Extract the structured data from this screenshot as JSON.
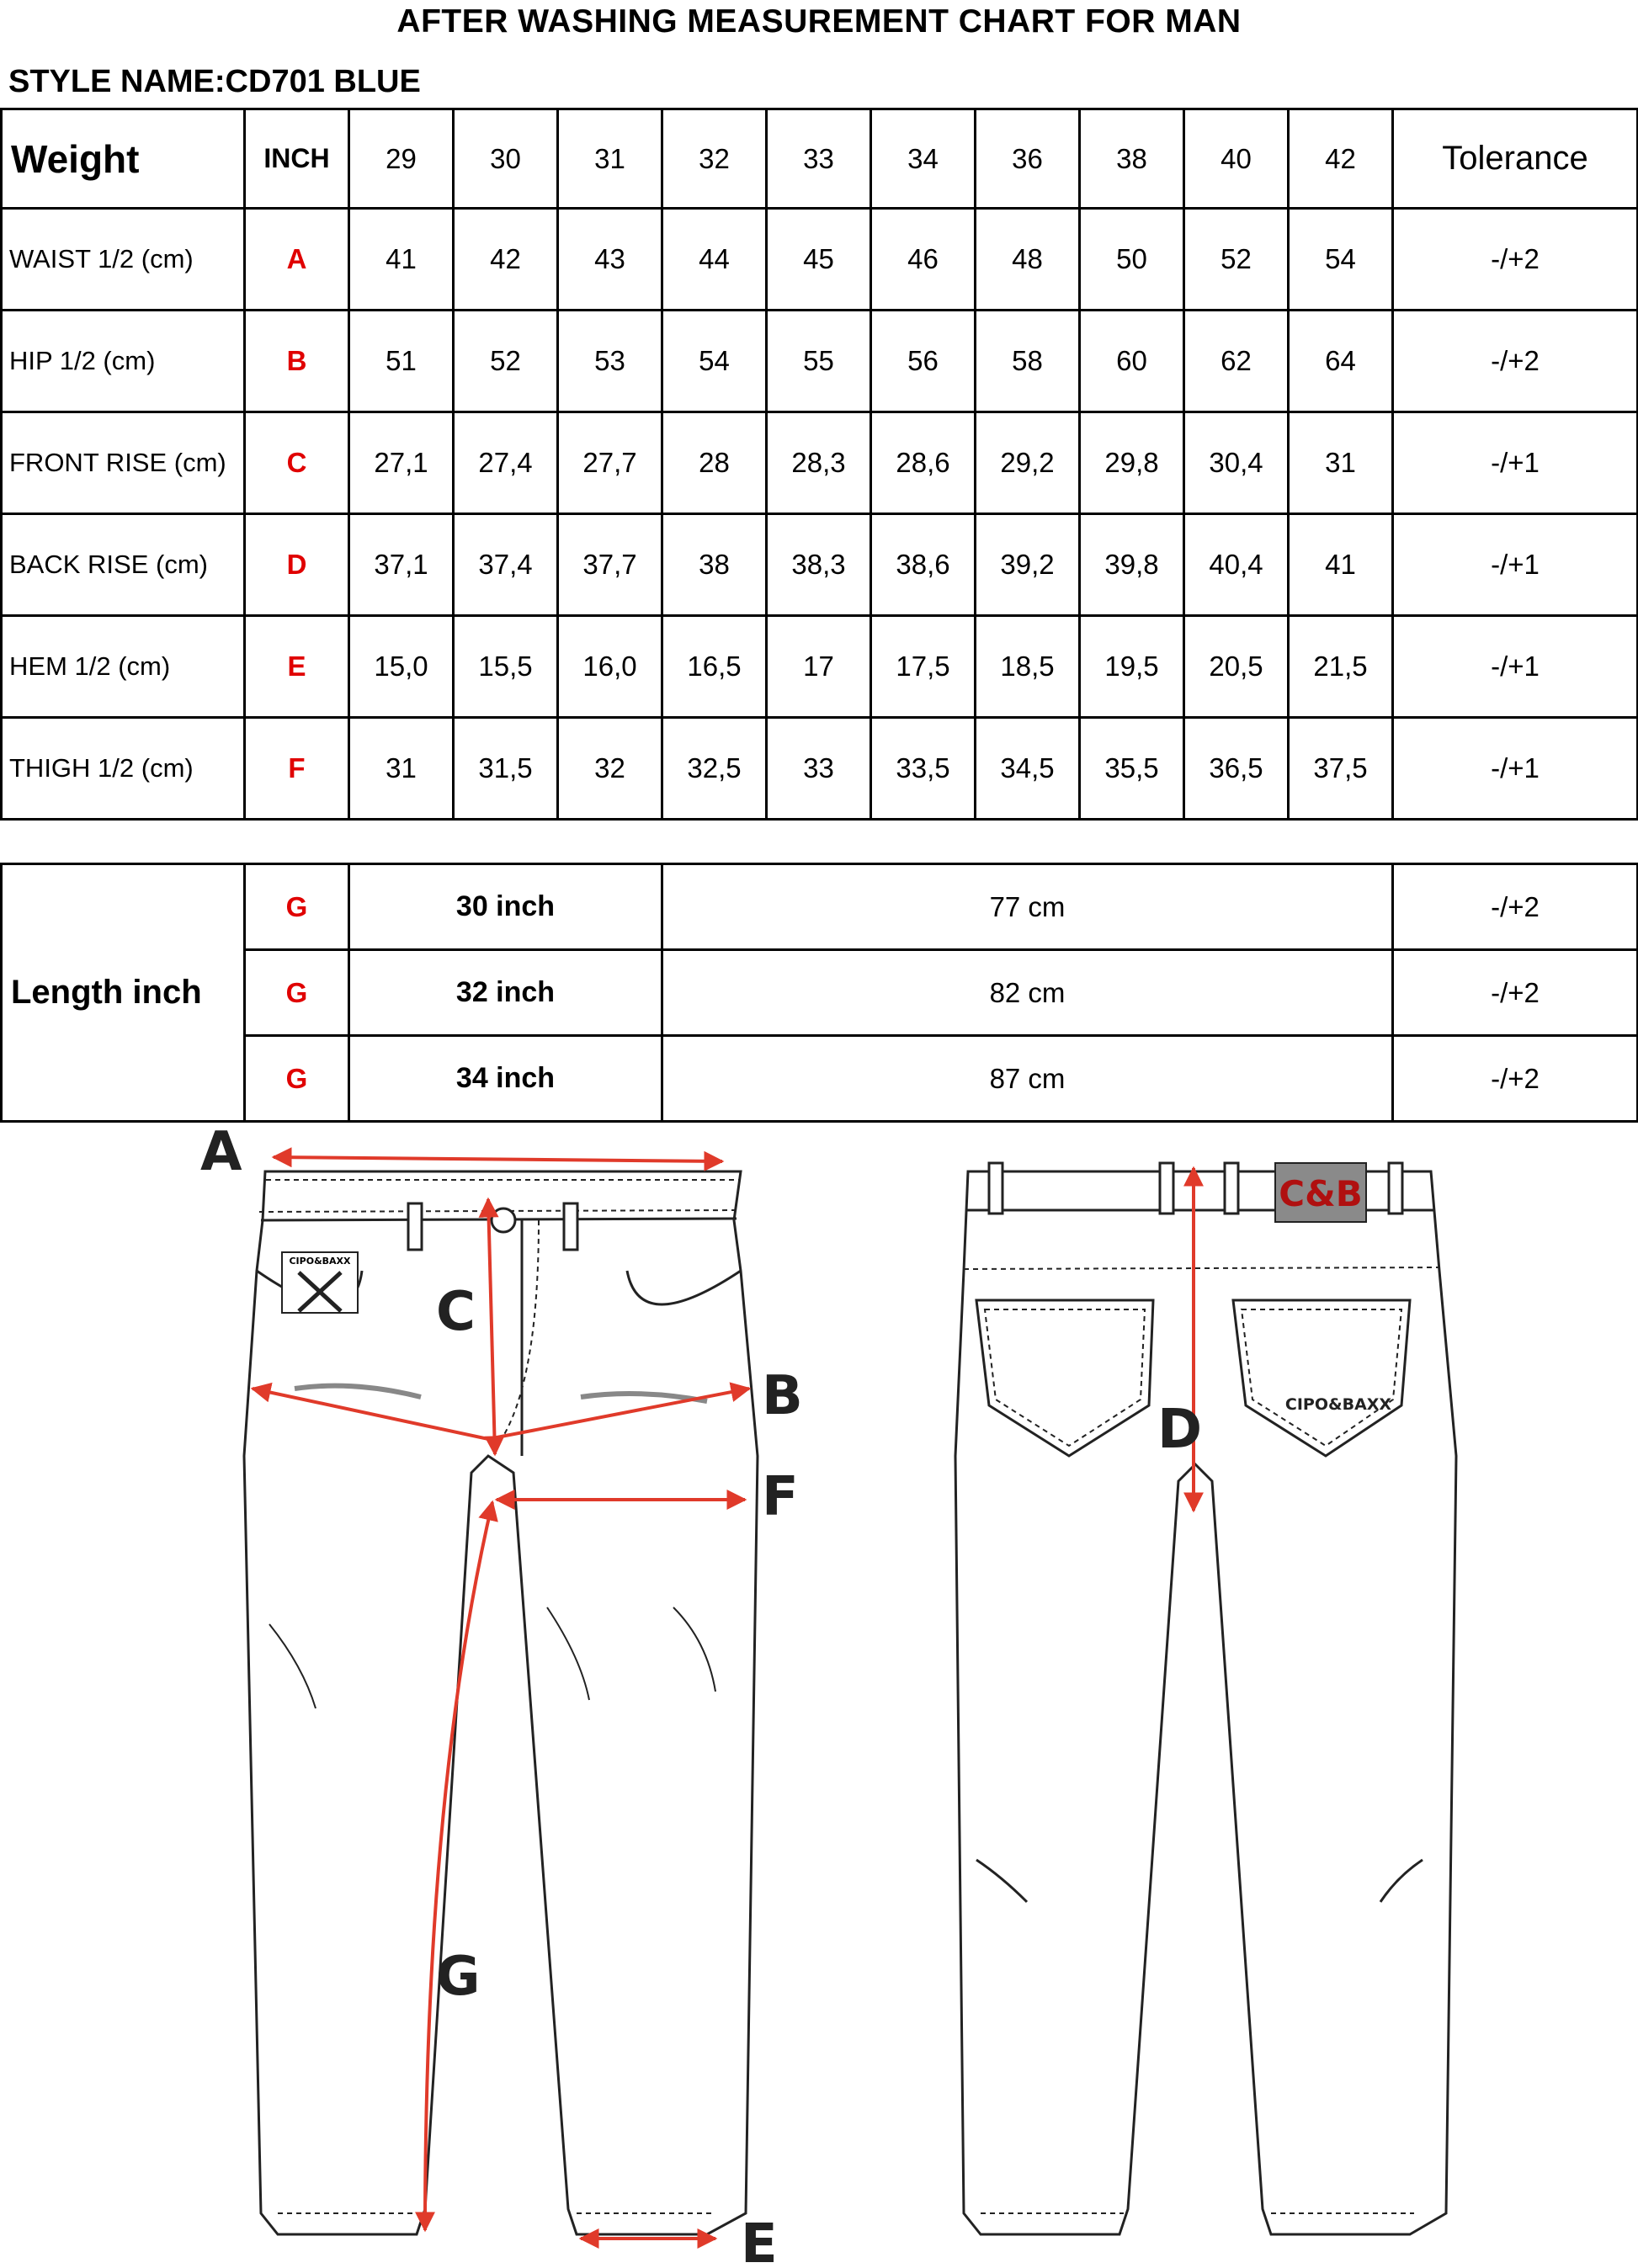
{
  "title": "AFTER WASHING MEASUREMENT CHART FOR MAN",
  "style_name": "STYLE NAME:CD701 BLUE",
  "size_table": {
    "weight_label": "Weight",
    "inch_label": "INCH",
    "sizes": [
      "29",
      "30",
      "31",
      "32",
      "33",
      "34",
      "36",
      "38",
      "40",
      "42"
    ],
    "tolerance_label": "Tolerance",
    "rows": [
      {
        "label": "WAIST 1/2 (cm)",
        "code": "A",
        "values": [
          "41",
          "42",
          "43",
          "44",
          "45",
          "46",
          "48",
          "50",
          "52",
          "54"
        ],
        "tolerance": "-/+2"
      },
      {
        "label": "HIP 1/2 (cm)",
        "code": "B",
        "values": [
          "51",
          "52",
          "53",
          "54",
          "55",
          "56",
          "58",
          "60",
          "62",
          "64"
        ],
        "tolerance": "-/+2"
      },
      {
        "label": "FRONT RISE (cm)",
        "code": "C",
        "values": [
          "27,1",
          "27,4",
          "27,7",
          "28",
          "28,3",
          "28,6",
          "29,2",
          "29,8",
          "30,4",
          "31"
        ],
        "tolerance": "-/+1"
      },
      {
        "label": "BACK RISE (cm)",
        "code": "D",
        "values": [
          "37,1",
          "37,4",
          "37,7",
          "38",
          "38,3",
          "38,6",
          "39,2",
          "39,8",
          "40,4",
          "41"
        ],
        "tolerance": "-/+1"
      },
      {
        "label": "HEM 1/2  (cm)",
        "code": "E",
        "values": [
          "15,0",
          "15,5",
          "16,0",
          "16,5",
          "17",
          "17,5",
          "18,5",
          "19,5",
          "20,5",
          "21,5"
        ],
        "tolerance": "-/+1"
      },
      {
        "label": "THIGH 1/2 (cm)",
        "code": "F",
        "values": [
          "31",
          "31,5",
          "32",
          "32,5",
          "33",
          "33,5",
          "34,5",
          "35,5",
          "36,5",
          "37,5"
        ],
        "tolerance": "-/+1"
      }
    ]
  },
  "length_table": {
    "label": "Length inch",
    "rows": [
      {
        "code": "G",
        "inch": "30 inch",
        "cm": "77 cm",
        "tolerance": "-/+2"
      },
      {
        "code": "G",
        "inch": "32 inch",
        "cm": "82 cm",
        "tolerance": "-/+2"
      },
      {
        "code": "G",
        "inch": "34 inch",
        "cm": "87 cm",
        "tolerance": "-/+2"
      }
    ]
  },
  "drawing": {
    "labels": {
      "a": "A",
      "b": "B",
      "c": "C",
      "d": "D",
      "e": "E",
      "f": "F",
      "g": "G"
    },
    "brand_tag": "C&B",
    "pocket_logo": "CIPO&BAXX",
    "coin_logo": "CIPO&BAXX"
  },
  "colors": {
    "accent_red": "#e03a2a",
    "code_red": "#e00000",
    "tag_fill": "#8a8a8a",
    "tag_text": "#b01010"
  }
}
